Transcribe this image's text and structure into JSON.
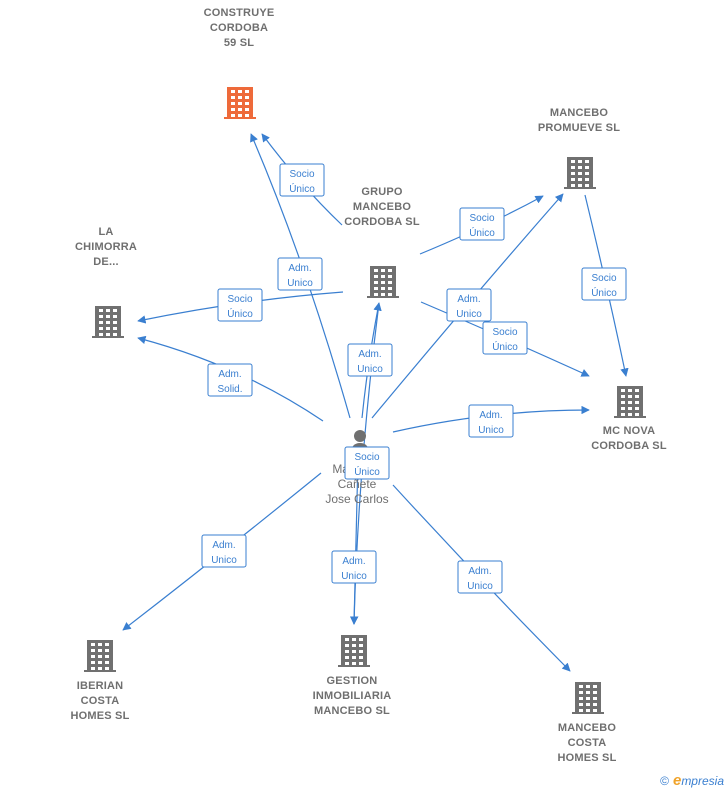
{
  "colors": {
    "edge": "#3a7fd0",
    "highlight_company": "#ee6a3a",
    "company": "#707070",
    "text": "#6f6f6f"
  },
  "person": {
    "name_lines": [
      "Mancebo",
      "Cañete",
      "Jose Carlos"
    ],
    "icon": "person-icon"
  },
  "companies": [
    {
      "id": "construye",
      "name_lines": [
        "CONSTRUYE",
        "CORDOBA",
        "59 SL"
      ],
      "highlight": true,
      "icon": "building-icon"
    },
    {
      "id": "mancebo_promueve",
      "name_lines": [
        "MANCEBO",
        "PROMUEVE SL"
      ],
      "icon": "building-icon"
    },
    {
      "id": "grupo_mancebo",
      "name_lines": [
        "GRUPO",
        "MANCEBO",
        "CORDOBA SL"
      ],
      "icon": "building-icon"
    },
    {
      "id": "la_chimorra",
      "name_lines": [
        "LA",
        "CHIMORRA",
        "DE..."
      ],
      "icon": "building-icon"
    },
    {
      "id": "mc_nova",
      "name_lines": [
        "MC NOVA",
        "CORDOBA SL"
      ],
      "icon": "building-icon"
    },
    {
      "id": "iberian",
      "name_lines": [
        "IBERIAN",
        "COSTA",
        "HOMES SL"
      ],
      "icon": "building-icon"
    },
    {
      "id": "gestion",
      "name_lines": [
        "GESTION",
        "INMOBILIARIA",
        "MANCEBO SL"
      ],
      "icon": "building-icon"
    },
    {
      "id": "mancebo_costa",
      "name_lines": [
        "MANCEBO",
        "COSTA",
        "HOMES SL"
      ],
      "icon": "building-icon"
    }
  ],
  "edges": [
    {
      "from": "person",
      "to": "construye",
      "label": [
        "Adm.",
        "Unico"
      ]
    },
    {
      "from": "grupo_mancebo",
      "to": "construye",
      "label": [
        "Socio",
        "Único"
      ]
    },
    {
      "from": "grupo_mancebo",
      "to": "mancebo_promueve",
      "label": [
        "Socio",
        "Único"
      ]
    },
    {
      "from": "grupo_mancebo",
      "to": "la_chimorra",
      "label": [
        "Socio",
        "Único"
      ]
    },
    {
      "from": "person",
      "to": "la_chimorra",
      "label": [
        "Adm.",
        "Solid."
      ]
    },
    {
      "from": "person",
      "to": "grupo_mancebo",
      "label": [
        "Adm.",
        "Unico"
      ]
    },
    {
      "from": "person",
      "to": "mancebo_promueve",
      "label": [
        "Adm.",
        "Unico"
      ]
    },
    {
      "from": "grupo_mancebo",
      "to": "mc_nova",
      "label": [
        "Socio",
        "Único"
      ]
    },
    {
      "from": "mancebo_promueve",
      "to": "mc_nova",
      "label": [
        "Socio",
        "Único"
      ]
    },
    {
      "from": "person",
      "to": "mc_nova",
      "label": [
        "Adm.",
        "Unico"
      ]
    },
    {
      "from": "grupo_mancebo",
      "to": "gestion",
      "label": [
        "Socio",
        "Único"
      ]
    },
    {
      "from": "person",
      "to": "gestion",
      "label": [
        "Adm.",
        "Unico"
      ]
    },
    {
      "from": "person",
      "to": "iberian",
      "label": [
        "Adm.",
        "Unico"
      ]
    },
    {
      "from": "person",
      "to": "mancebo_costa",
      "label": [
        "Adm.",
        "Unico"
      ]
    }
  ],
  "footer": {
    "copyright": "©",
    "brand_initial": "e",
    "brand_rest": "mpresia"
  }
}
